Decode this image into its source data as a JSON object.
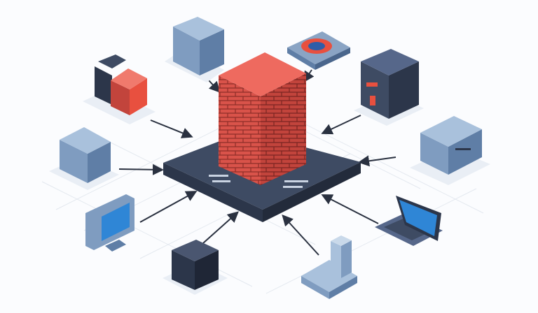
{
  "scene": {
    "central_element": "firewall-brick-tower",
    "platform": "network-platform",
    "connected_devices": [
      "rack-server-top-left",
      "red-appliance",
      "router-pad",
      "tower-server",
      "storage-server-right",
      "storage-server-left",
      "desktop-monitor",
      "dark-server-box",
      "stacked-blocks",
      "laptop"
    ]
  },
  "colors": {
    "background": "#fbfcfe",
    "brick": "#d9534a",
    "brick_dark": "#b23a33",
    "platform_top": "#3e4b63",
    "platform_side": "#2c364a",
    "device_blue": "#6f8fb5",
    "device_light": "#a9c1dc",
    "screen": "#2f86d6",
    "accent_red": "#e8503f",
    "arrow": "#2a3140"
  }
}
